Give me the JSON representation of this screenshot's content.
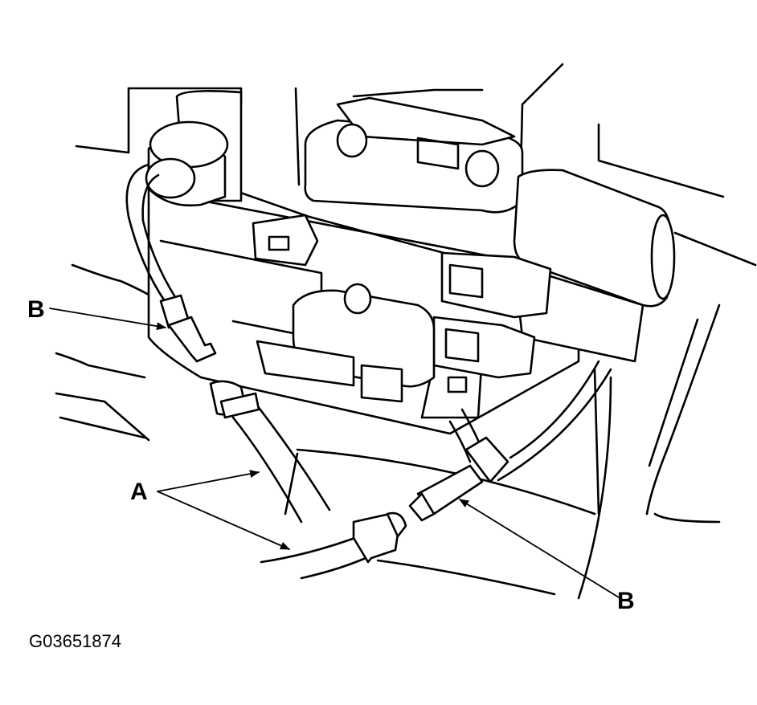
{
  "callouts": {
    "b_left": "B",
    "a": "A",
    "b_right": "B"
  },
  "figure_code": "G03651874",
  "colors": {
    "line": "#000000",
    "background": "#ffffff"
  }
}
